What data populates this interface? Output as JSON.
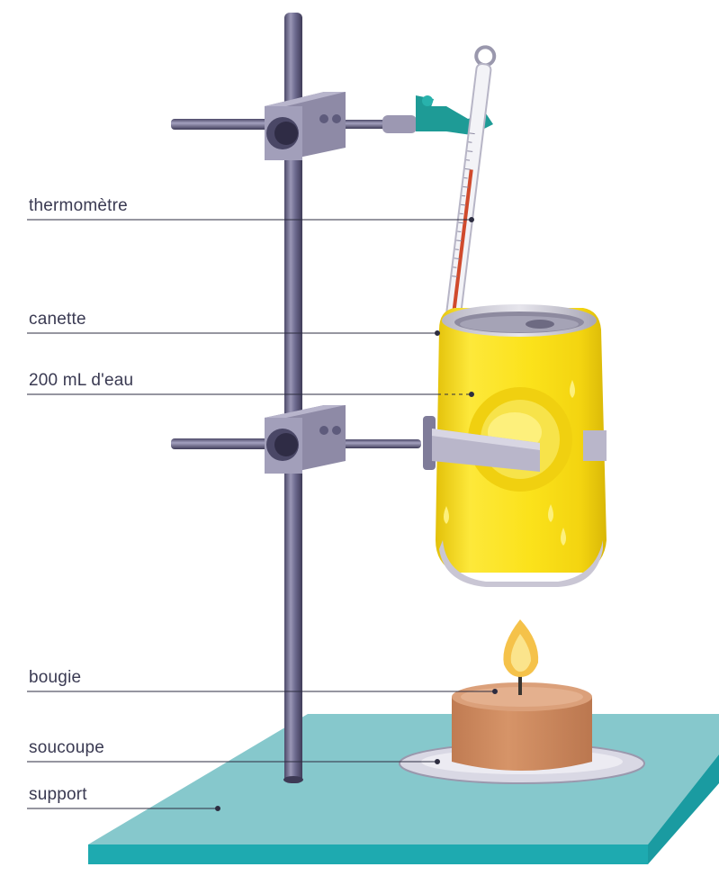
{
  "labels": {
    "thermometer": "thermomètre",
    "can": "canette",
    "water": "200 mL d'eau",
    "candle": "bougie",
    "saucer": "soucoupe",
    "support": "support"
  },
  "colors": {
    "table_top": "#86c8cc",
    "table_edge": "#1eaab0",
    "rod": "#6e6b8f",
    "clamp": "#9c98b2",
    "can_yellow": "#fbe21b",
    "can_shadow": "#e8c70c",
    "candle": "#cf8a5e",
    "candle_top": "#dba07a",
    "flame": "#f5c24a",
    "leader_line": "#2d2d40"
  }
}
